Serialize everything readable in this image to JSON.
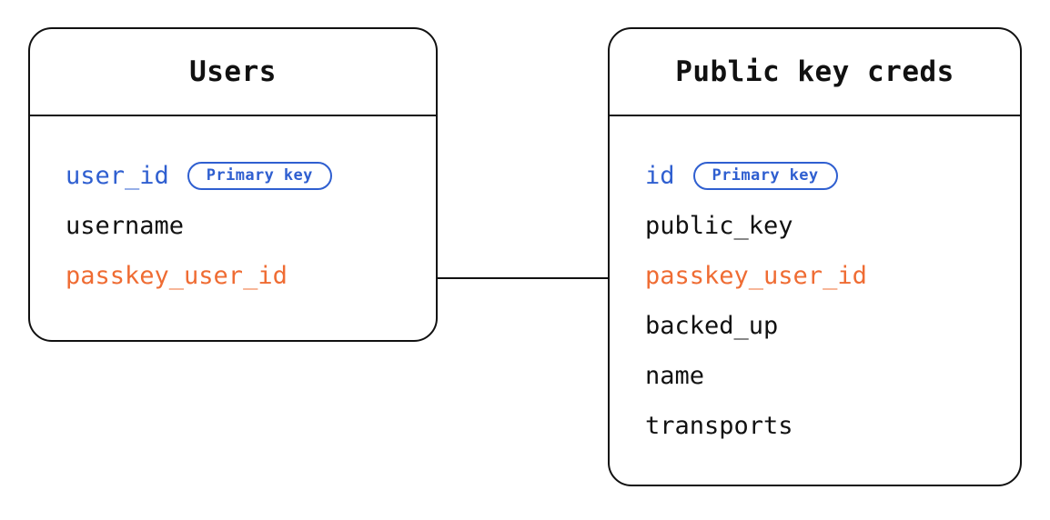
{
  "diagram": {
    "type": "entity-relationship-diagram",
    "background_color": "#ffffff",
    "colors": {
      "primary_key": "#2F5FD0",
      "foreign_key": "#EF6C33",
      "text": "#111111",
      "border": "#111111"
    },
    "entities": [
      {
        "id": "users",
        "title": "Users",
        "fields": [
          {
            "name": "user_id",
            "role": "pk",
            "badge": "Primary key"
          },
          {
            "name": "username",
            "role": "plain",
            "badge": null
          },
          {
            "name": "passkey_user_id",
            "role": "fk",
            "badge": null
          }
        ]
      },
      {
        "id": "pkcreds",
        "title": "Public key creds",
        "fields": [
          {
            "name": "id",
            "role": "pk",
            "badge": "Primary key"
          },
          {
            "name": "public_key",
            "role": "plain",
            "badge": null
          },
          {
            "name": "passkey_user_id",
            "role": "fk",
            "badge": null
          },
          {
            "name": "backed_up",
            "role": "plain",
            "badge": null
          },
          {
            "name": "name",
            "role": "plain",
            "badge": null
          },
          {
            "name": "transports",
            "role": "plain",
            "badge": null
          }
        ]
      }
    ],
    "relationships": [
      {
        "id": "users-to-pkcreds",
        "from_entity": "users",
        "from_field": "passkey_user_id",
        "to_entity": "pkcreds",
        "to_field": "passkey_user_id",
        "style": "solid-line"
      }
    ]
  }
}
